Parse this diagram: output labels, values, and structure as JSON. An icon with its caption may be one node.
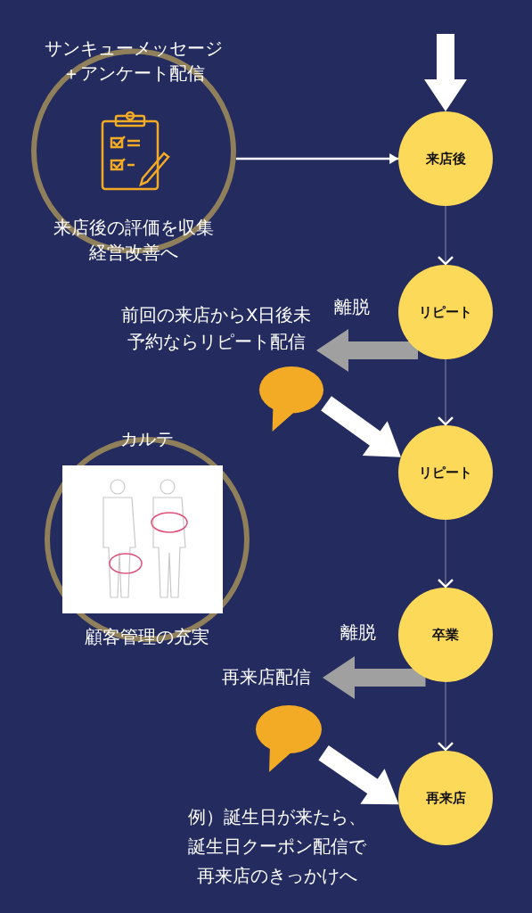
{
  "diagram": {
    "nodes": [
      {
        "text": [
          "サンキューメッセージ＋アンケート配信",
          "来店後の評価を収集経営改善へ"
        ]
      },
      {
        "text": [
          "来店後"
        ]
      },
      {
        "text": [
          "リピート"
        ]
      },
      {
        "text": [
          "前回の来店からX日後未予約ならリピート配信"
        ]
      },
      {
        "text": [],
        "shape": "bubble"
      },
      {
        "text": [
          "リピート"
        ]
      },
      {
        "text": [
          "カルテ",
          "顧客管理の充実"
        ]
      },
      {
        "text": [
          "卒業"
        ]
      },
      {
        "text": [
          "再来店配信"
        ]
      },
      {
        "text": [],
        "shape": "bubble"
      },
      {
        "text": [
          "再来店"
        ]
      }
    ],
    "edges": [
      {
        "from": null,
        "to": 1,
        "arrow": "to",
        "style": "thick"
      },
      {
        "from": 0,
        "to": 1,
        "arrow": "to"
      },
      {
        "from": 1,
        "to": 2,
        "arrow": "to"
      },
      {
        "from": 2,
        "to": 3,
        "arrow": "to",
        "label": "離脱",
        "style": "thick",
        "color": "#a0a0a0"
      },
      {
        "from": 4,
        "to": 5,
        "arrow": "to",
        "style": "thick"
      },
      {
        "from": 2,
        "to": 5,
        "arrow": "to"
      },
      {
        "from": 5,
        "to": 7,
        "arrow": "to"
      },
      {
        "from": 7,
        "to": 8,
        "arrow": "to",
        "label": "離脱",
        "style": "thick",
        "color": "#a0a0a0"
      },
      {
        "from": 9,
        "to": 10,
        "arrow": "to",
        "style": "thick"
      },
      {
        "from": 7,
        "to": 10,
        "arrow": "to"
      }
    ],
    "labels": [
      "例）誕生日が来たら、誕生日クーポン配信で再来店のきっかけへ"
    ]
  }
}
